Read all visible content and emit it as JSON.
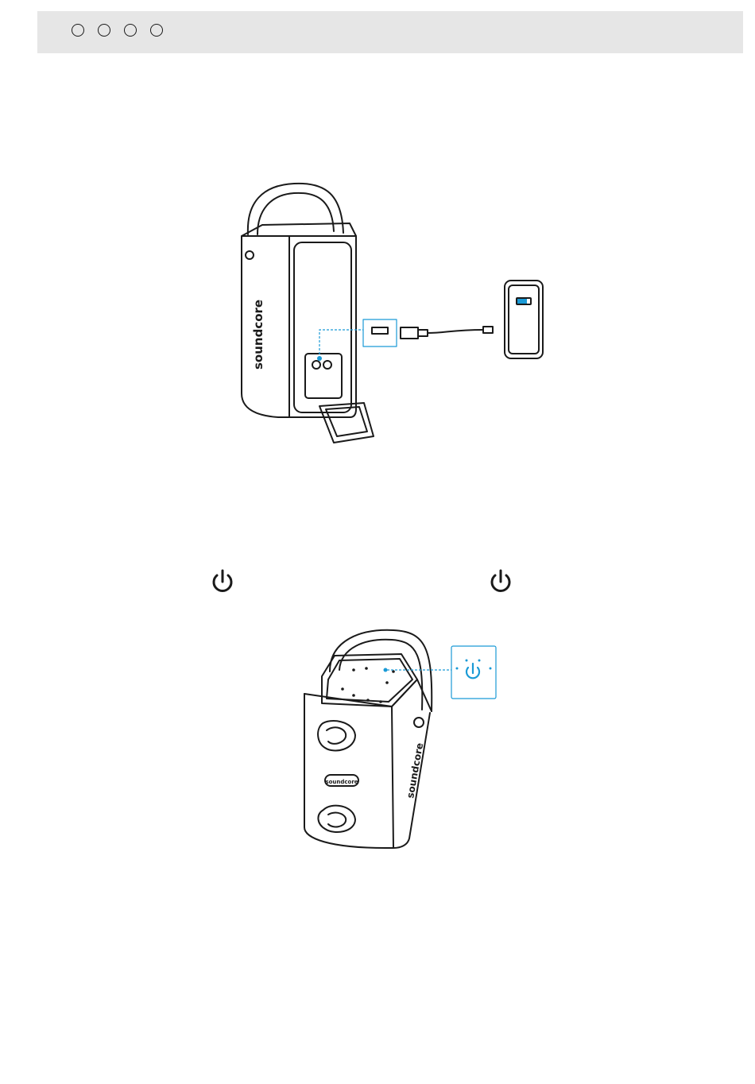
{
  "header": {
    "language_indicator_count": 4
  },
  "figure_charging": {
    "brand_text": "soundcore",
    "usb_port_highlight_color": "#1a9ad6",
    "battery_fill_color": "#1a9ad6"
  },
  "power_symbols": {
    "left_icon": "power-icon",
    "right_icon": "power-icon"
  },
  "figure_power_on": {
    "brand_text_side": "soundcore",
    "brand_text_front": "soundcore",
    "power_button_highlight_color": "#1a9ad6"
  }
}
